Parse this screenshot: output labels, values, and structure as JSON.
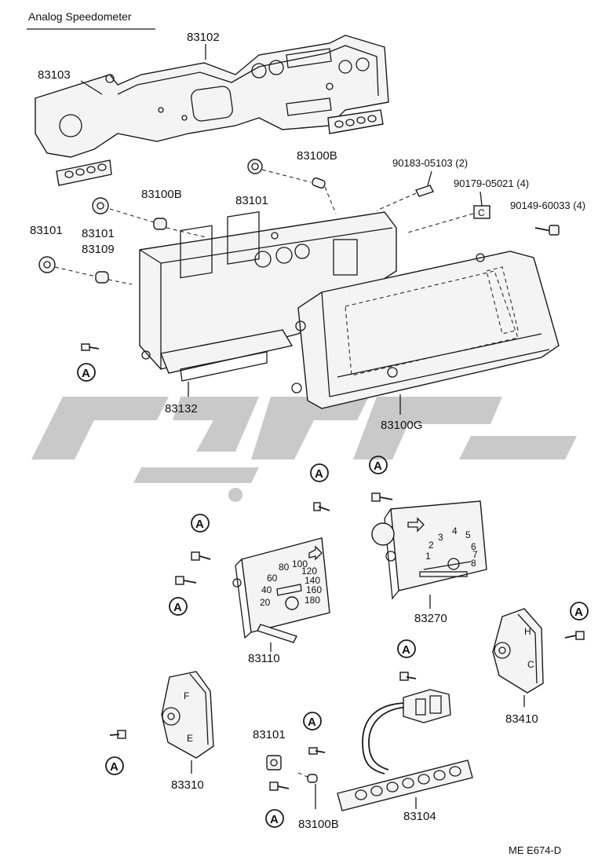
{
  "title": "Analog Speedometer",
  "ref_code": "ME  E674-D",
  "watermark_color": "#c9c9c9",
  "mark_label": "A",
  "parts": {
    "p83102": "83102",
    "p83103": "83103",
    "p83100B_top": "83100B",
    "p83101_top": "83101",
    "p90183": "90183-05103 (2)",
    "p90179": "90179-05021 (4)",
    "p90149": "90149-60033 (4)",
    "p83100B_left": "83100B",
    "p83101_left": "83101",
    "p83101_mid": "83101",
    "p83109": "83109",
    "p83132": "83132",
    "p83100G": "83100G",
    "p83270": "83270",
    "p83110": "83110",
    "p83410": "83410",
    "p83310": "83310",
    "p83101_bottom": "83101",
    "p83100B_bottom": "83100B",
    "p83104": "83104"
  },
  "gauge_text": {
    "speed_ticks": [
      "20",
      "40",
      "60",
      "80",
      "100",
      "120",
      "140",
      "160",
      "180"
    ],
    "tacho_ticks": [
      "1",
      "2",
      "3",
      "4",
      "5",
      "6",
      "7",
      "8"
    ],
    "fuel_letters": [
      "F",
      "E"
    ],
    "temp_letters": [
      "H",
      "C"
    ]
  }
}
